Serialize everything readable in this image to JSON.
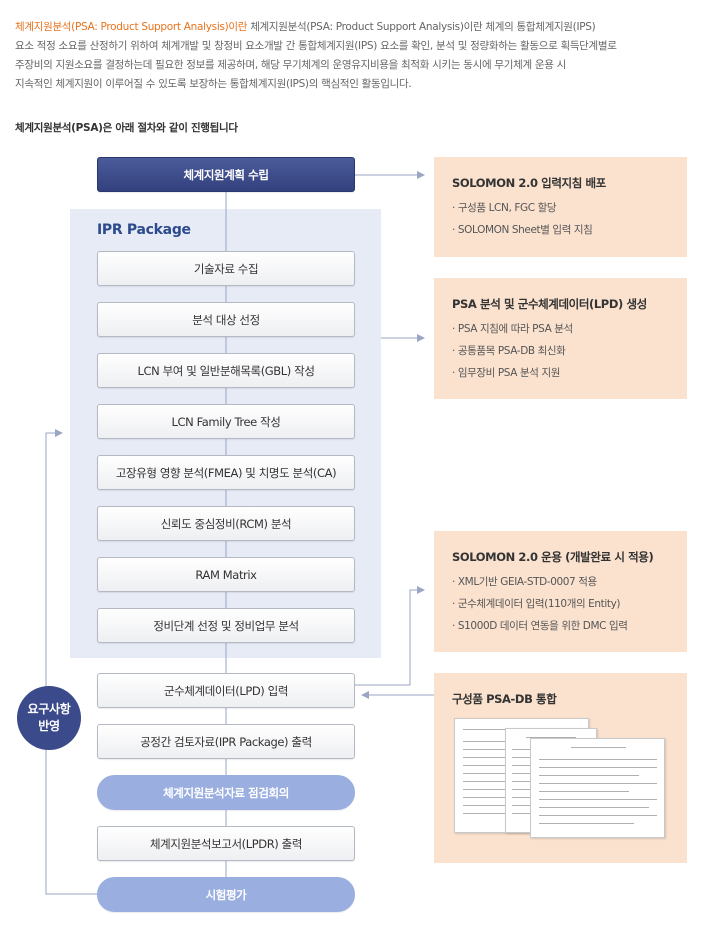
{
  "intro": {
    "highlight": "체계지원분석(PSA: Product Support Analysis)이란",
    "line1_rest": " 체계지원분석(PSA: Product Support Analysis)이란 체계의 통합체계지원(IPS)",
    "line2": "요소 적정 소요를 산정하기 위하여 체계개발 및 창정비 요소개발 간 통합체계지원(IPS) 요소를 확인, 분석 및 정량화하는 활동으로 획득단계별로",
    "line3": "주장비의 지원소요를 결정하는데 필요한 정보를 제공하며, 해당 무기체계의 운영유지비용을 최적화 시키는 동시에 무기체계 운용 시",
    "line4": "지속적인 체계지원이 이루어질 수 있도록 보장하는 통합체계지원(IPS)의 핵심적인 활동입니다."
  },
  "subhead": "체계지원분석(PSA)은 아래 절차와 같이 진행됩니다",
  "flow": {
    "top": "체계지원계획 수립",
    "ipr_title": "IPR Package",
    "ipr_steps": [
      "기술자료 수집",
      "분석 대상 선정",
      "LCN 부여 및 일반분해목록(GBL) 작성",
      "LCN Family Tree 작성",
      "고장유형 영향 분석(FMEA) 및 치명도 분석(CA)",
      "신뢰도 중심정비(RCM) 분석",
      "RAM Matrix",
      "정비단계 선정 및 정비업무 분석"
    ],
    "lpd": "군수체계데이터(LPD) 입력",
    "ipr_out": "공정간 검토자료(IPR Package) 출력",
    "review": "체계지원분석자료 점검회의",
    "lpdr": "체계지원분석보고서(LPDR) 출력",
    "test": "시험평가",
    "feedback_l1": "요구사항",
    "feedback_l2": "반영"
  },
  "panels": [
    {
      "title": "SOLOMON 2.0 입력지침 배포",
      "items": [
        "구성품 LCN, FGC 할당",
        "SOLOMON Sheet별 입력 지침"
      ]
    },
    {
      "title": "PSA 분석 및 군수체계데이터(LPD) 생성",
      "items": [
        "PSA 지침에 따라 PSA 분석",
        "공통품목 PSA-DB 최신화",
        "임무장비 PSA 분석 지원"
      ]
    },
    {
      "title": "SOLOMON 2.0 운용 (개발완료 시 적용)",
      "items": [
        "XML기반 GEIA-STD-0007 적용",
        "군수체계데이터 입력(110개의 Entity)",
        "S1000D 데이터 연동을 위한 DMC 입력"
      ]
    },
    {
      "title": "구성품 PSA-DB 통합",
      "items": []
    }
  ],
  "colors": {
    "accent_orange": "#e8731d",
    "navy": "#33417e",
    "pill_blue": "#9aaee0",
    "panel_bg": "#fbe2cf",
    "ipr_bg": "#e6ebf6"
  }
}
